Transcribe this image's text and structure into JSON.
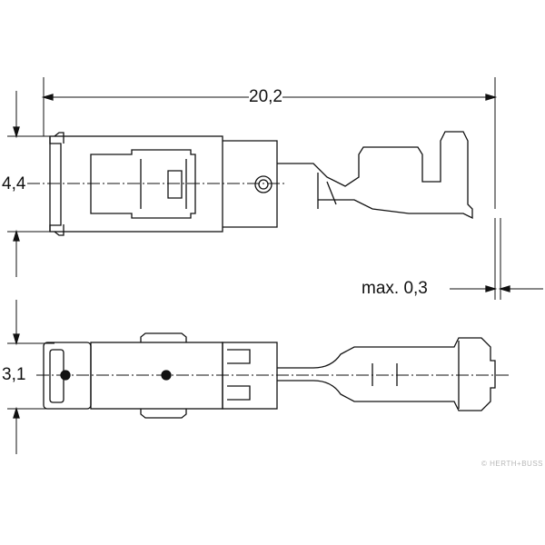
{
  "dimensions": {
    "length": "20,2",
    "height_top_view": "4,4",
    "height_bottom_view": "3,1",
    "tolerance": "max. 0,3"
  },
  "watermark": "© HERTH+BUSS",
  "colors": {
    "line": "#111111",
    "background": "#ffffff"
  }
}
